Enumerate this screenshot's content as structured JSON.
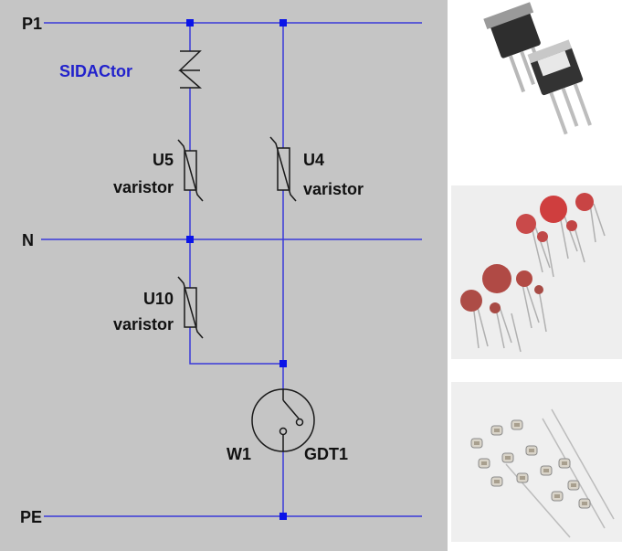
{
  "colors": {
    "panel": "#c5c5c5",
    "wire": "#3a3ad9",
    "node": "#0a14e8",
    "component": "#1a1a1a",
    "sidactor_label": "#2222cc"
  },
  "nets": {
    "p1": "P1",
    "n": "N",
    "pe": "PE"
  },
  "components": {
    "sidactor": "SIDACtor",
    "u5_ref": "U5",
    "u5_type": "varistor",
    "u4_ref": "U4",
    "u4_type": "varistor",
    "u10_ref": "U10",
    "u10_type": "varistor",
    "w1": "W1",
    "gdt1": "GDT1"
  },
  "photos": [
    {
      "name": "sidactor-components-photo"
    },
    {
      "name": "varistor-components-photo"
    },
    {
      "name": "gdt-components-photo"
    }
  ]
}
